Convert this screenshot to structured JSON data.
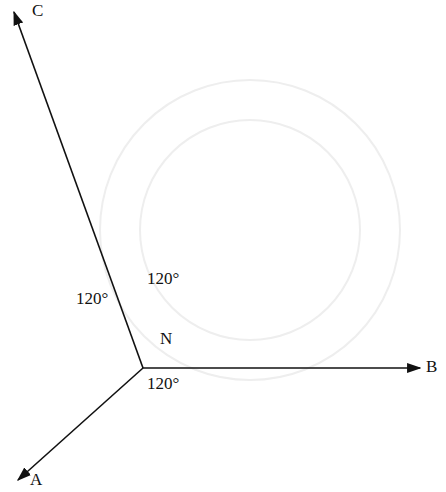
{
  "diagram": {
    "labels": [
      "C",
      "120°",
      "N",
      "120°",
      "120°",
      "B",
      "A"
    ]
  }
}
